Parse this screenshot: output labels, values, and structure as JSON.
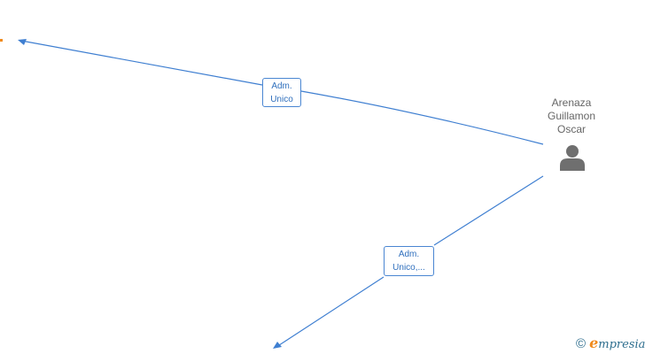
{
  "person": {
    "name_lines": [
      "Arenaza",
      "Guillamon",
      "Oscar"
    ],
    "icon": "person-icon"
  },
  "edges": [
    {
      "label_lines": [
        "Adm.",
        "Unico"
      ]
    },
    {
      "label_lines": [
        "Adm.",
        "Unico,..."
      ]
    }
  ],
  "brand": {
    "copyright_symbol": "©",
    "logo_initial": "e",
    "logo_rest": "mpresia"
  },
  "colors": {
    "edge": "#3f7fd1",
    "person_text": "#666666",
    "person_icon": "#6f6f6f",
    "accent_orange": "#f08a1c"
  }
}
